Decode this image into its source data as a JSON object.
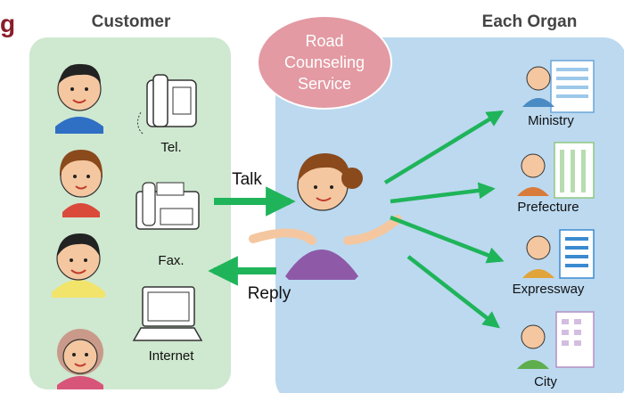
{
  "header": {
    "cut_title_fragment": "g",
    "customer_heading": "Customer",
    "organ_heading": "Each Organ"
  },
  "service_badge": {
    "lines": [
      "Road",
      "Counseling",
      "Service"
    ]
  },
  "channels": {
    "tel": "Tel.",
    "fax": "Fax.",
    "internet": "Internet"
  },
  "flows": {
    "talk": "Talk",
    "reply": "Reply"
  },
  "organs": [
    "Ministry",
    "Prefecture",
    "Expressway",
    "City"
  ],
  "colors": {
    "customer_panel": "#cfe8d0",
    "organ_panel": "#bcd9f0",
    "badge": "#e39aa3",
    "arrow": "#1fb45a",
    "title_red": "#8b1c2a"
  }
}
